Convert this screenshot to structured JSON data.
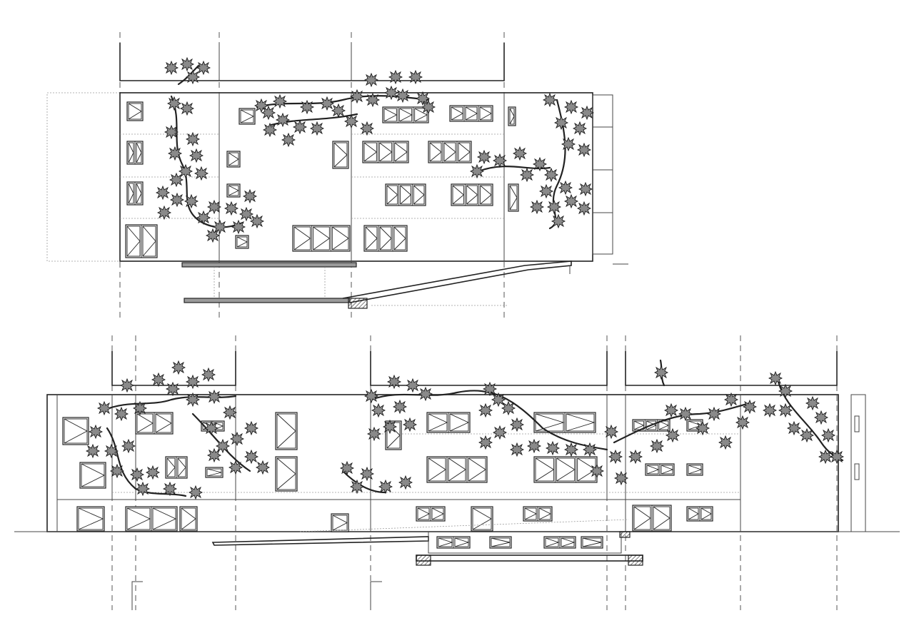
{
  "drawing": {
    "type": "architectural elevation drawing",
    "views": [
      "upper-elevation",
      "lower-elevation"
    ],
    "colors": {
      "line": "#222222",
      "leaf_fill": "#8a8a8a",
      "paper": "#ffffff",
      "hatch": "#222222"
    }
  }
}
